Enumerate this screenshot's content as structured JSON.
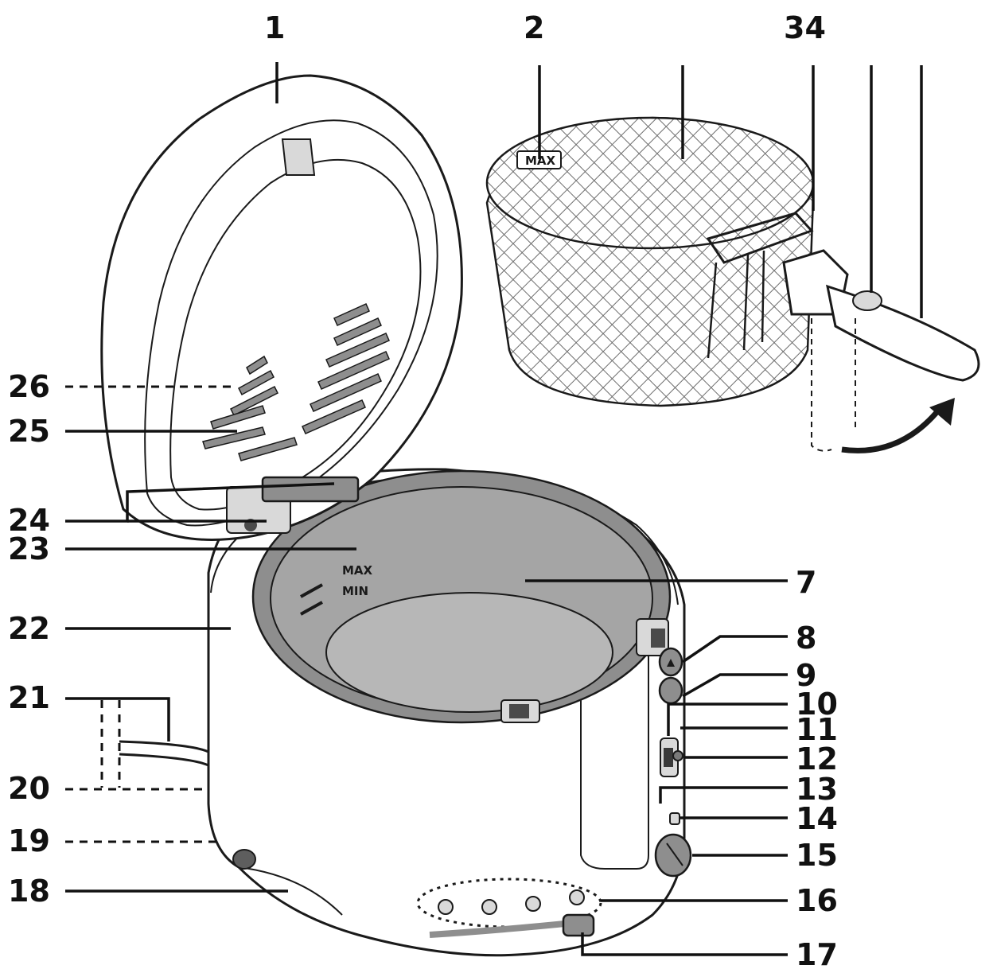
{
  "callouts": {
    "c1": "1",
    "c2": "2",
    "c34": "34",
    "c7": "7",
    "c8": "8",
    "c9": "9",
    "c10": "10",
    "c11": "11",
    "c12": "12",
    "c13": "13",
    "c14": "14",
    "c15": "15",
    "c16": "16",
    "c17": "17",
    "c18": "18",
    "c19": "19",
    "c20": "20",
    "c21": "21",
    "c22": "22",
    "c23": "23",
    "c24": "24",
    "c25": "25",
    "c26": "26"
  },
  "markings": {
    "basket_max": "MAX",
    "bowl_max": "MAX",
    "bowl_min": "MIN"
  }
}
